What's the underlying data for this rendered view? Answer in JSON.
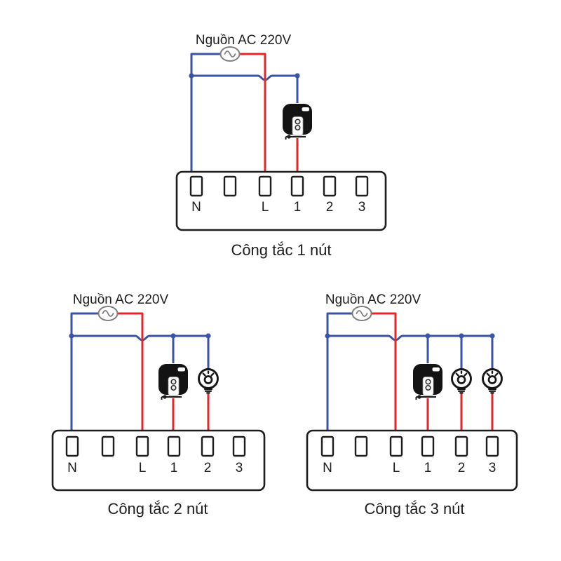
{
  "colors": {
    "neutral_wire": "#3a53a5",
    "live_wire": "#e62529",
    "outline": "#1d1d1d",
    "source_outline": "#7e7e7e",
    "device_fill": "#131313",
    "text": "#1d1d1d",
    "background": "#ffffff"
  },
  "icons": {
    "source": "ac-source-icon",
    "water_heater": "water-heater-icon",
    "bulb": "light-bulb-icon"
  },
  "diagrams": [
    {
      "source_label": "Nguồn AC 220V",
      "caption": "Công tắc 1 nút",
      "terminals": [
        "N",
        "",
        "L",
        "1",
        "2",
        "3"
      ],
      "load_icons": [
        "water-heater-icon"
      ]
    },
    {
      "source_label": "Nguồn AC 220V",
      "caption": "Công tắc 2 nút",
      "terminals": [
        "N",
        "",
        "L",
        "1",
        "2",
        "3"
      ],
      "load_icons": [
        "water-heater-icon",
        "light-bulb-icon"
      ]
    },
    {
      "source_label": "Nguồn AC 220V",
      "caption": "Công tắc 3 nút",
      "terminals": [
        "N",
        "",
        "L",
        "1",
        "2",
        "3"
      ],
      "load_icons": [
        "water-heater-icon",
        "light-bulb-icon",
        "light-bulb-icon"
      ]
    }
  ]
}
